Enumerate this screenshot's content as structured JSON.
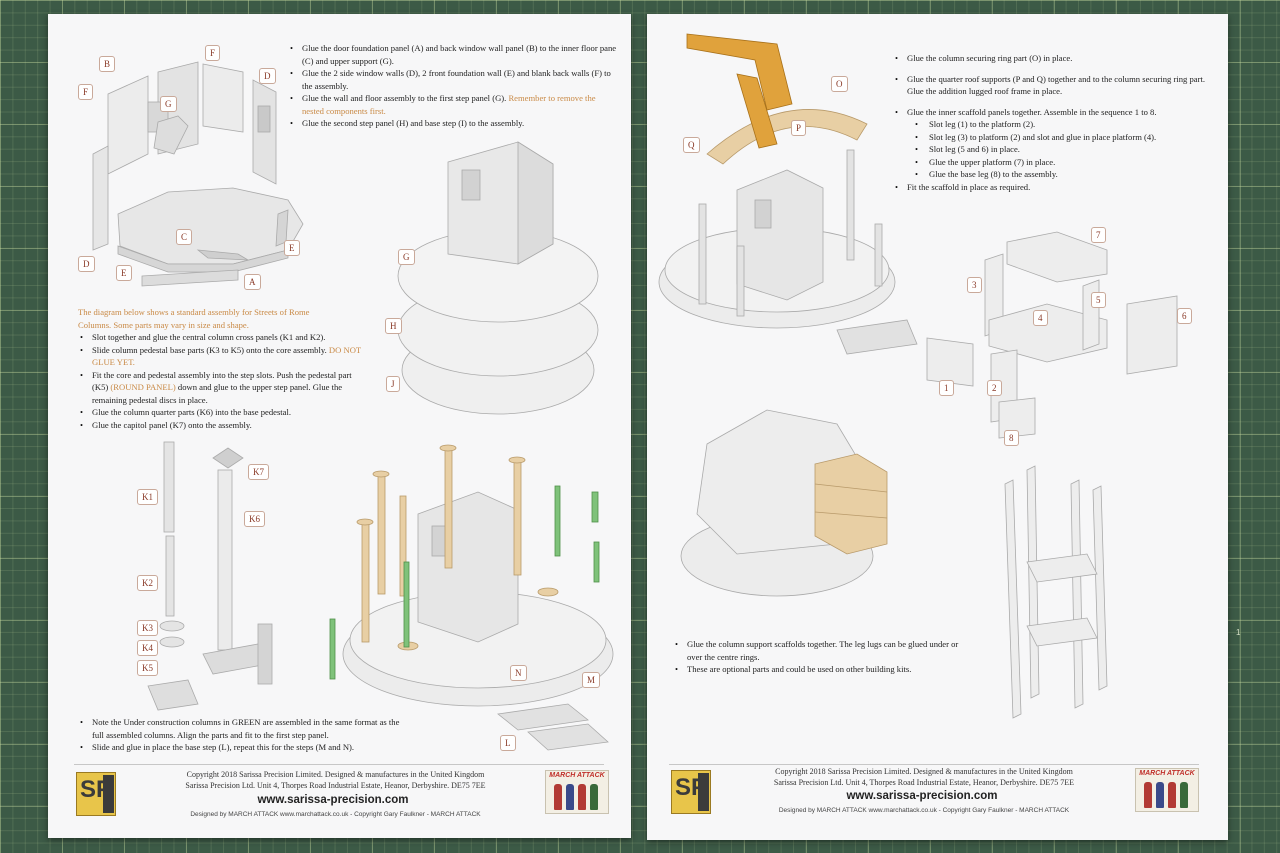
{
  "left": {
    "instructions_top": [
      "Glue the door foundation panel (A) and back window wall panel (B) to the inner floor pane (C) and upper support (G).",
      "Glue the 2 side window walls (D), 2 front foundation wall (E) and blank back walls (F) to the assembly.",
      "Glue the wall and floor assembly to the first step panel (G).",
      "Remember to remove the nested components first.",
      "Glue the second step panel (H) and base step (I) to the assembly."
    ],
    "intro_para": "The diagram below shows a standard assembly for Streets of Rome Columns. Some parts may vary in size and shape.",
    "instructions_mid": [
      "Slot together and glue the central column cross panels (K1 and K2).",
      "Slide column pedestal base parts (K3 to K5) onto the core assembly.",
      "DO NOT GLUE YET.",
      "Fit the core and pedestal assembly into the step slots.  Push the pedestal part (K5)",
      "(ROUND PANEL)",
      "down and glue to the upper step panel.  Glue the remaining pedestal discs in place.",
      "Glue the column quarter parts (K6) into the base pedestal.",
      "Glue the capitol panel (K7) onto the assembly."
    ],
    "instructions_bottom": [
      "Note the Under construction columns in GREEN are assembled in the same format as the full assembled columns.  Align the parts and fit to the first step panel.",
      "Slide and glue in place the base step (L), repeat this for the steps (M and N)."
    ],
    "labels": {
      "B": "B",
      "F1": "F",
      "D1": "D",
      "F2": "F",
      "G1": "G",
      "C": "C",
      "E1": "E",
      "D2": "D",
      "E2": "E",
      "A": "A",
      "G2": "G",
      "H": "H",
      "J": "J",
      "K1": "K1",
      "K2": "K2",
      "K3": "K3",
      "K4": "K4",
      "K5": "K5",
      "K6": "K6",
      "K7": "K7",
      "N": "N",
      "M": "M",
      "L": "L"
    },
    "footer": {
      "copyright": "Copyright 2018 Sarissa Precision Limited.  Designed & manufactures in the United Kingdom",
      "address": "Sarissa Precision Ltd.  Unit 4, Thorpes Road Industrial Estate, Heanor, Derbyshire. DE75 7EE",
      "url": "www.sarissa-precision.com",
      "credit": "Designed by MARCH ATTACK www.marchattack.co.uk - Copyright Gary Faulkner - MARCH ATTACK"
    }
  },
  "right": {
    "instructions_top": [
      "Glue the column securing ring part (O) in place.",
      "Glue the quarter roof supports (P and Q) together and to the column securing ring part.  Glue the addition lugged roof frame in place.",
      "Glue the inner scaffold panels together.  Assemble in the sequence 1 to 8.",
      "Slot leg (1) to the platform (2).",
      "Slot leg (3) to platform (2) and slot and glue in place platform (4).",
      "Slot leg (5 and 6) in place.",
      "Glue the upper platform (7) in place.",
      "Glue the base leg (8) to the assembly.",
      "Fit the scaffold in place as required."
    ],
    "instructions_bottom": [
      "Glue the column support scaffolds together.  The leg lugs can be glued under or over the centre rings.",
      "These are optional parts and could be used on other building kits."
    ],
    "labels": {
      "O": "O",
      "P": "P",
      "Q": "Q",
      "n1": "1",
      "n2": "2",
      "n3": "3",
      "n4": "4",
      "n5": "5",
      "n6": "6",
      "n7": "7",
      "n8": "8"
    },
    "footer": {
      "copyright": "Copyright 2018 Sarissa Precision Limited.  Designed & manufactures in the United Kingdom",
      "address": "Sarissa Precision Ltd.  Unit 4, Thorpes Road Industrial Estate, Heanor, Derbyshire. DE75 7EE",
      "url": "www.sarissa-precision.com",
      "credit": "Designed by MARCH ATTACK www.marchattack.co.uk - Copyright Gary Faulkner - MARCH ATTACK"
    }
  },
  "logos": {
    "sp": "SP",
    "sp_vertical": "SARISSA PRECISION LTD",
    "march_attack": "MARCH ATTACK"
  },
  "mat_mark": "1",
  "colors": {
    "accent_orange": "#c98a46",
    "label_text": "#8a3a28",
    "mdf_part": "#e8cfa4",
    "green_part": "#7fc27a",
    "roof_orange": "#e0a23c"
  }
}
